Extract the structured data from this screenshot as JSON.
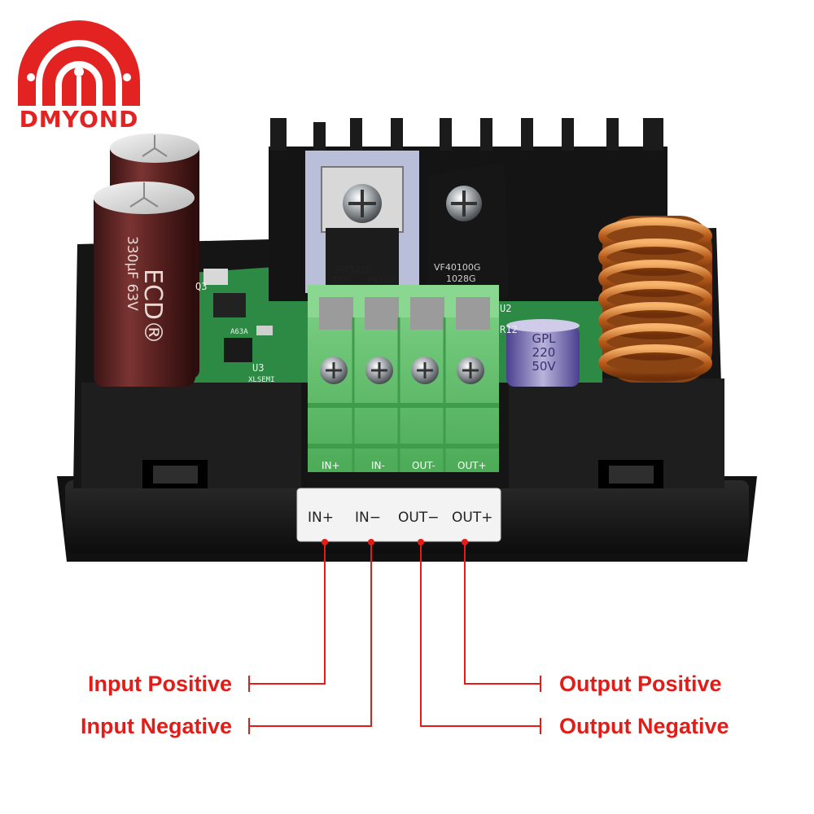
{
  "brand": {
    "name": "DMYOND",
    "color": "#e32222"
  },
  "components": {
    "mosfet_1": [
      "IRF5210",
      "P621D"
    ],
    "mosfet_1_logo": "T⊙R",
    "mosfet_2": [
      "VF40100G",
      "1028G"
    ],
    "capacitor_small": [
      "GPL",
      "220",
      "50V"
    ],
    "capacitor_large": [
      "ECD®",
      "330μF 63V"
    ],
    "pcb_marks": [
      "U2",
      "R12",
      "U3",
      "XLSEMI",
      "A63A",
      "Q3"
    ]
  },
  "terminal_block": {
    "pcb_labels": [
      "IN+",
      "IN-",
      "OUT-",
      "OUT+"
    ],
    "panel_labels": [
      "IN+",
      "IN−",
      "OUT−",
      "OUT+"
    ],
    "block_color": "#63c36d"
  },
  "callouts": {
    "input_positive": "Input Positive",
    "input_negative": "Input Negative",
    "output_positive": "Output Positive",
    "output_negative": "Output Negative",
    "line_color": "#e41b17"
  }
}
